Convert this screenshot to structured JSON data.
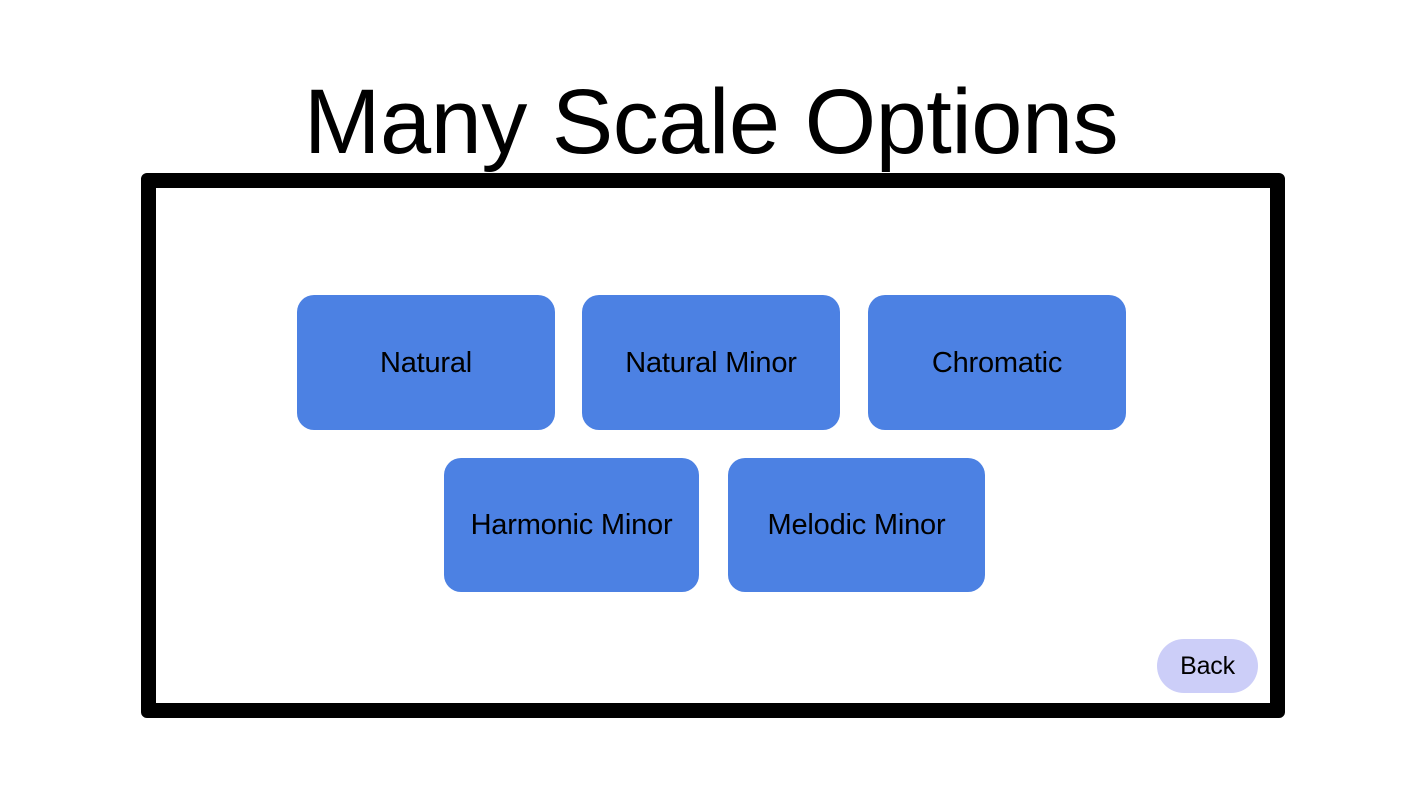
{
  "page": {
    "title": "Many Scale Options",
    "background_color": "#ffffff",
    "frame_border_color": "#000000",
    "panel_background": "#ffffff"
  },
  "theme": {
    "button_color": "#4C81E3",
    "button_text_color": "#000000",
    "back_button_color": "#CCCEF8",
    "back_button_text_color": "#000000"
  },
  "panel": {
    "rows": [
      {
        "buttons": [
          {
            "label": "Natural",
            "name": "scale-button-natural"
          },
          {
            "label": "Natural Minor",
            "name": "scale-button-natural-minor"
          },
          {
            "label": "Chromatic",
            "name": "scale-button-chromatic"
          }
        ]
      },
      {
        "buttons": [
          {
            "label": "Harmonic Minor",
            "name": "scale-button-harmonic-minor"
          },
          {
            "label": "Melodic Minor",
            "name": "scale-button-melodic-minor"
          }
        ]
      }
    ],
    "back": {
      "label": "Back"
    }
  }
}
